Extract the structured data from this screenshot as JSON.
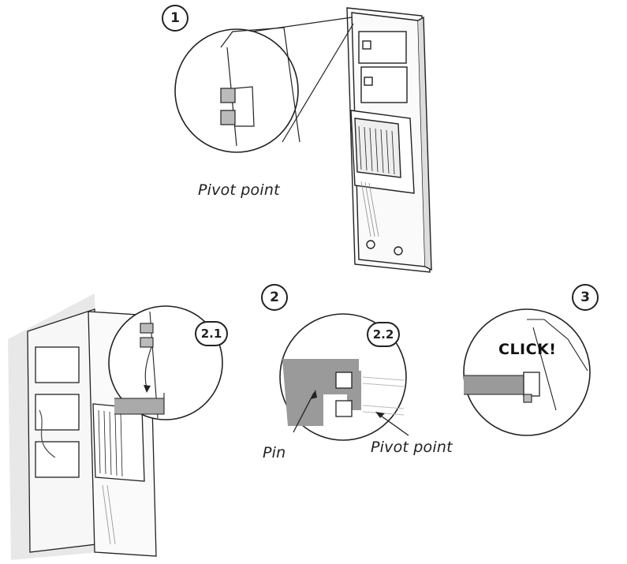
{
  "steps": {
    "step1": "1",
    "step2": "2",
    "step3": "3",
    "sub21": "2.1",
    "sub22": "2.2"
  },
  "labels": {
    "pivot_point_top": "Pivot point",
    "pin": "Pin",
    "pivot_point_bottom": "Pivot point",
    "click": "CLICK!"
  },
  "colors": {
    "line": "#222222",
    "gray": "#9a9a9a",
    "light_gray": "#d8d8d8"
  }
}
